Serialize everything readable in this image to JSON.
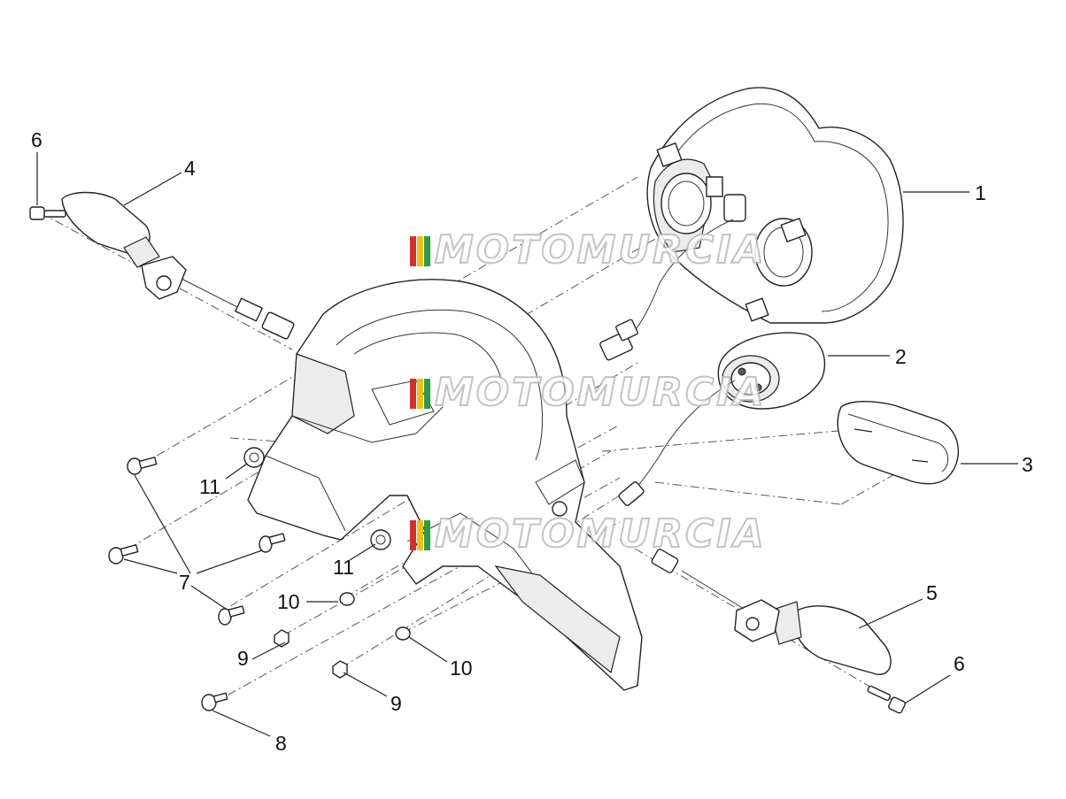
{
  "watermark": {
    "text": "MOTOMURCIA"
  },
  "callouts": {
    "c1": "1",
    "c2": "2",
    "c3": "3",
    "c4": "4",
    "c5": "5",
    "c6a": "6",
    "c6b": "6",
    "c7": "7",
    "c8": "8",
    "c9a": "9",
    "c9b": "9",
    "c10a": "10",
    "c10b": "10",
    "c11a": "11",
    "c11b": "11"
  },
  "colors": {
    "wm_stripe_1": "#d0312d",
    "wm_stripe_2": "#e8c21a",
    "wm_stripe_3": "#2e9b48"
  }
}
